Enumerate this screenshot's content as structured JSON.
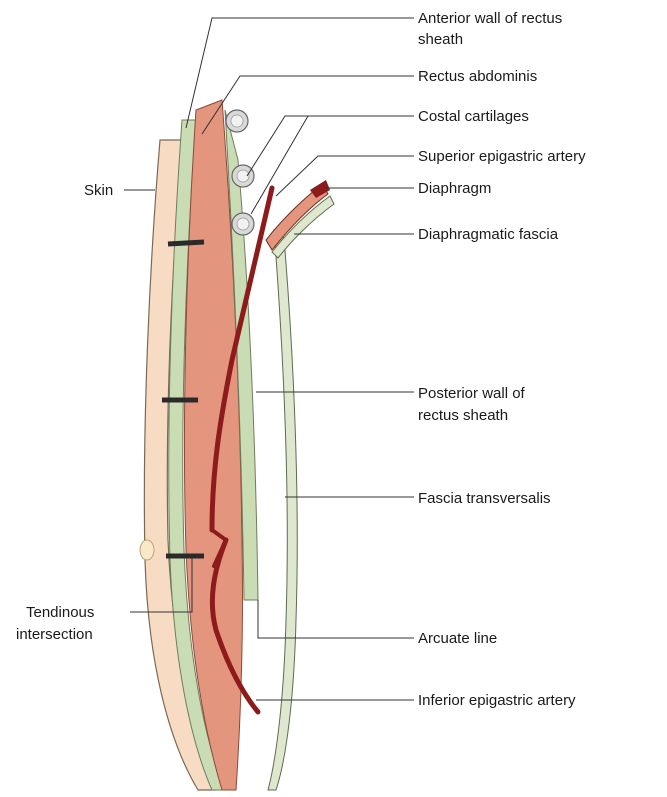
{
  "labels": {
    "anterior_wall_line1": "Anterior wall of rectus",
    "anterior_wall_line2": "sheath",
    "rectus_abdominis": "Rectus abdominis",
    "costal_cartilages": "Costal cartilages",
    "superior_epigastric": "Superior epigastric artery",
    "diaphragm": "Diaphragm",
    "diaphragmatic_fascia": "Diaphragmatic fascia",
    "skin": "Skin",
    "posterior_wall_line1": "Posterior wall of",
    "posterior_wall_line2": "rectus sheath",
    "fascia_transversalis": "Fascia transversalis",
    "tendinous_line1": "Tendinous",
    "tendinous_line2": "intersection",
    "arcuate_line": "Arcuate line",
    "inferior_epigastric": "Inferior epigastric artery"
  },
  "colors": {
    "skin": "#f7dcc3",
    "rectus_muscle": "#e3957d",
    "sheath": "#c9dcb3",
    "fascia": "#dfe8cf",
    "artery": "#8e1b1b",
    "cartilage": "#d9d9d9",
    "leader": "#333333",
    "tendinous_bar": "#2a2a2a"
  }
}
